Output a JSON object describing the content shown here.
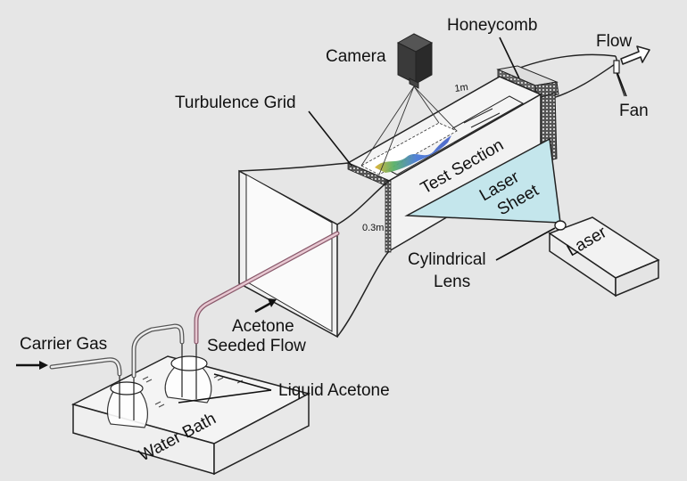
{
  "diagram": {
    "labels": {
      "camera": "Camera",
      "honeycomb": "Honeycomb",
      "flow": "Flow",
      "fan": "Fan",
      "turbulence_grid": "Turbulence Grid",
      "test_section": "Test Section",
      "laser_sheet_line1": "Laser",
      "laser_sheet_line2": "Sheet",
      "laser": "Laser",
      "cylindrical_lens_line1": "Cylindrical",
      "cylindrical_lens_line2": "Lens",
      "length_dim": "1m",
      "height_dim": "0.3m",
      "acetone_flow_line1": "Acetone",
      "acetone_flow_line2": "Seeded Flow",
      "carrier_gas": "Carrier Gas",
      "liquid_acetone": "Liquid Acetone",
      "water_bath": "Water Bath"
    },
    "colors": {
      "background": "#e6e6e6",
      "laser_sheet": "#c4e6ec",
      "seeded_tube": "#b07a8c",
      "camera_dark": "#3a3a3a"
    }
  }
}
